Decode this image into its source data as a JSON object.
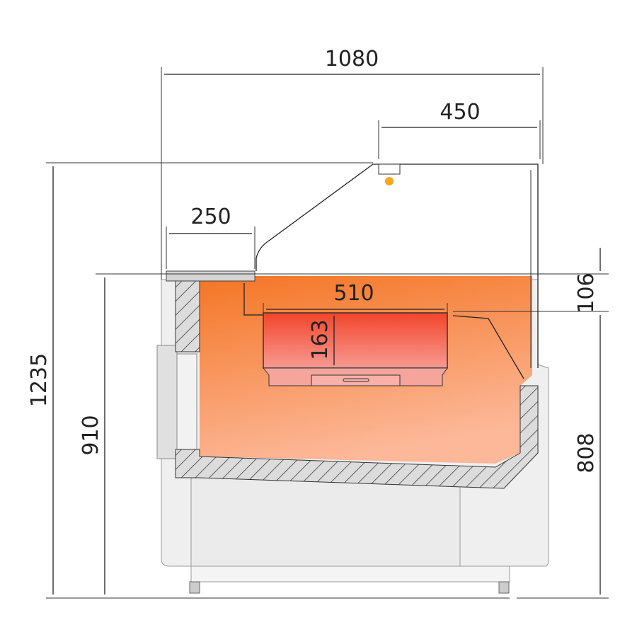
{
  "title": "Refrigerated display counter cross-section",
  "dimensions": {
    "total_width": "1080",
    "top_shelf_depth": "450",
    "work_shelf_depth": "250",
    "tray_width": "510",
    "tray_height": "163",
    "total_height": "1235",
    "counter_height": "910",
    "front_height": "808",
    "display_offset": "106"
  },
  "colors": {
    "display_area_top": "#f47a2a",
    "display_area_bottom": "#fbb08a",
    "tray_top": "#f24a2a",
    "tray_bottom": "#f79a90",
    "body": "#eeeeee",
    "lamp": "#f5a623"
  }
}
